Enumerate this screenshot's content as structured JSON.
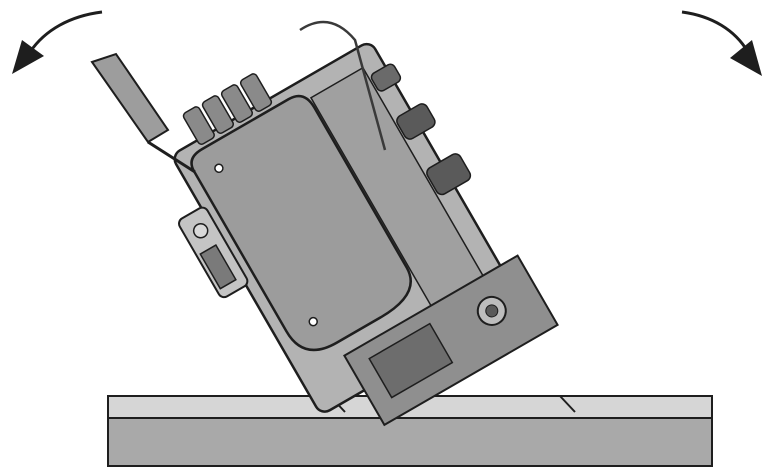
{
  "illustration": {
    "subject": "machine-head-tilted-on-base",
    "arrows": [
      "rotate-left-arrow",
      "rotate-right-arrow"
    ]
  },
  "colors": {
    "background": "#ffffff",
    "body_gray": "#b3b3b3",
    "panel_gray": "#9c9c9c",
    "dark_gray": "#5a5a5a",
    "outline": "#1e1e1e",
    "base_gray": "#a9a9a9"
  }
}
